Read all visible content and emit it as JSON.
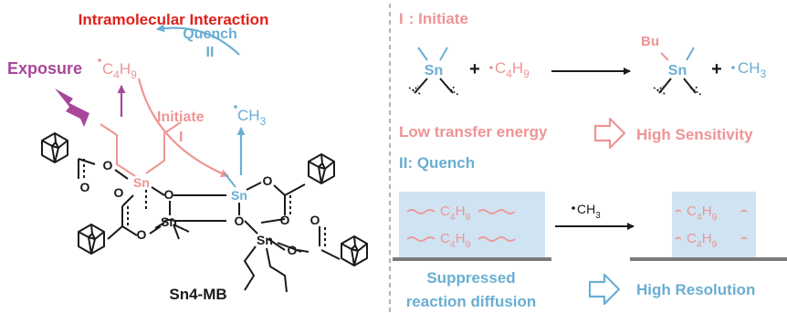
{
  "colors": {
    "red": "#e0201b",
    "pink": "#ee9494",
    "blue": "#6aaed2",
    "purple": "#a8479a",
    "black": "#1a1a1a",
    "gray": "#7a7a7a",
    "lightblue": "#cfe3f2"
  },
  "left": {
    "title": "Intramolecular Interaction",
    "exposure": "Exposure",
    "quench": "Quench",
    "quench_roman": "II",
    "initiate": "Initiate",
    "initiate_roman": "I",
    "molecule": "Sn4-MB",
    "sn": "Sn",
    "o": "O",
    "radical_c": "C",
    "radical_h": "H",
    "sub_4": "4",
    "sub_9": "9",
    "sub_3": "3"
  },
  "right": {
    "step1": "I : Initiate",
    "step1_roman": "I",
    "step1_label": ": Initiate",
    "bu": "Bu",
    "plus": "+",
    "low_energy": "Low transfer energy",
    "high_sensitivity": "High Sensitivity",
    "step2_roman": "II",
    "step2_label": ": Quench",
    "suppressed_1": "Suppressed",
    "suppressed_2": "reaction diffusion",
    "high_resolution": "High Resolution"
  }
}
